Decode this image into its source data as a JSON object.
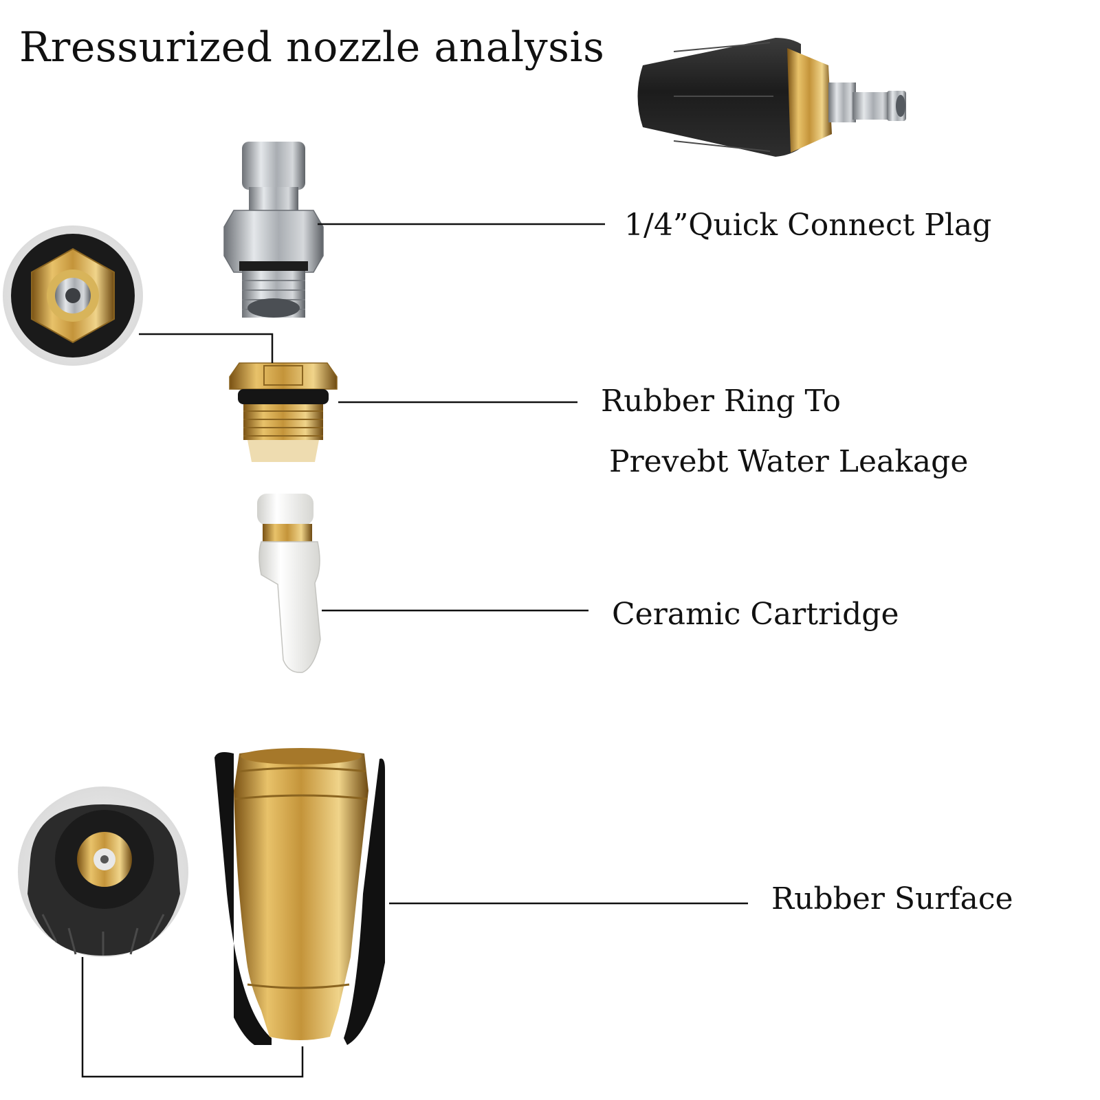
{
  "title": "Rressurized nozzle analysis",
  "parts": {
    "plug_label": "1/4”Quick Connect Plag",
    "ring_label_line1": "Rubber Ring To",
    "ring_label_line2": "Prevebt Water Leakage",
    "ceramic_label": "Ceramic Cartridge",
    "rubber_label": "Rubber Surface"
  },
  "colors": {
    "rubber": "#2a2a2a",
    "brass": "#c89a3a",
    "steel": "#b8bcc0",
    "ceramic": "#f2f2f0",
    "line": "#111111"
  }
}
